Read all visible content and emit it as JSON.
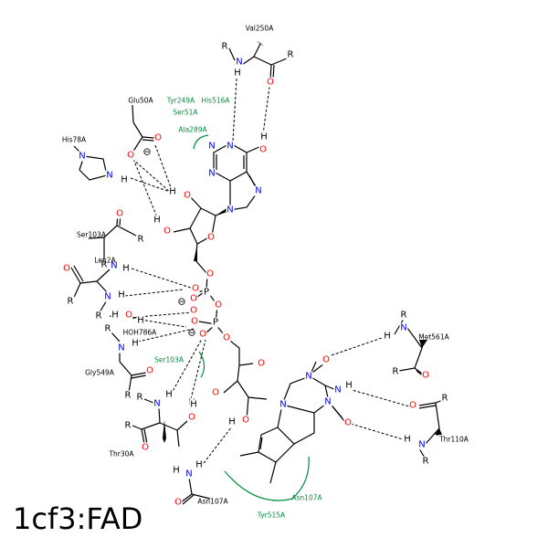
{
  "title": "1cf3:FAD",
  "colors": {
    "bond": "#000000",
    "nitrogen": "#0000ff",
    "oxygen": "#ff0000",
    "hbond": "#000000",
    "hydrophobic": "#008f3c"
  },
  "residues": [
    {
      "id": "val250a",
      "label": "Val250A",
      "kind": "polar"
    },
    {
      "id": "glu50a",
      "label": "Glu50A",
      "kind": "polar"
    },
    {
      "id": "his78a",
      "label": "His78A",
      "kind": "polar"
    },
    {
      "id": "ser103a",
      "label": "Ser103A",
      "kind": "polar"
    },
    {
      "id": "leu2a",
      "label": "Leu2A",
      "kind": "polar"
    },
    {
      "id": "hoh786a",
      "label": "HOH786A",
      "kind": "polar"
    },
    {
      "id": "gly549a",
      "label": "Gly549A",
      "kind": "polar"
    },
    {
      "id": "thr30a",
      "label": "Thr30A",
      "kind": "polar"
    },
    {
      "id": "asn107a",
      "label": "Asn107A",
      "kind": "polar"
    },
    {
      "id": "met561a",
      "label": "Met561A",
      "kind": "polar"
    },
    {
      "id": "thr110a",
      "label": "Thr110A",
      "kind": "polar"
    },
    {
      "id": "tyr249a",
      "label": "Tyr249A",
      "kind": "hydrophobic"
    },
    {
      "id": "his516a",
      "label": "His516A",
      "kind": "hydrophobic"
    },
    {
      "id": "ser51a",
      "label": "Ser51A",
      "kind": "hydrophobic"
    },
    {
      "id": "ala289a",
      "label": "Ala289A",
      "kind": "hydrophobic"
    },
    {
      "id": "ser103a-hyd",
      "label": "Ser103A",
      "kind": "hydrophobic"
    },
    {
      "id": "asn107a-hyd",
      "label": "Asn107A",
      "kind": "hydrophobic"
    },
    {
      "id": "tyr515a",
      "label": "Tyr515A",
      "kind": "hydrophobic"
    }
  ],
  "atoms": [
    {
      "id": "a1",
      "t": "N"
    },
    {
      "id": "a2",
      "t": "N"
    },
    {
      "id": "a3",
      "t": "N"
    },
    {
      "id": "a4",
      "t": "N"
    },
    {
      "id": "a5",
      "t": "N"
    },
    {
      "id": "a6",
      "t": "H"
    },
    {
      "id": "a7",
      "t": "O"
    },
    {
      "id": "a8",
      "t": "O"
    },
    {
      "id": "a9",
      "t": "O"
    },
    {
      "id": "a10",
      "t": "H"
    },
    {
      "id": "a11",
      "t": "O"
    },
    {
      "id": "a12",
      "t": "H"
    },
    {
      "id": "a13",
      "t": "O"
    },
    {
      "id": "a14",
      "t": "O"
    },
    {
      "id": "a15",
      "t": "O"
    },
    {
      "id": "a16",
      "t": "P"
    },
    {
      "id": "a17",
      "t": "O"
    },
    {
      "id": "a18",
      "t": "O"
    },
    {
      "id": "a19",
      "t": "O"
    },
    {
      "id": "a20",
      "t": "P"
    },
    {
      "id": "a21",
      "t": "O"
    },
    {
      "id": "a22",
      "t": "O"
    },
    {
      "id": "a23",
      "t": "O"
    },
    {
      "id": "a24",
      "t": "H"
    },
    {
      "id": "a25",
      "t": "O"
    },
    {
      "id": "a26",
      "t": "H"
    },
    {
      "id": "a27",
      "t": "O"
    },
    {
      "id": "a28",
      "t": "H"
    },
    {
      "id": "a29",
      "t": "O"
    },
    {
      "id": "a30",
      "t": "H"
    },
    {
      "id": "a31",
      "t": "N"
    },
    {
      "id": "a32",
      "t": "N"
    },
    {
      "id": "a33",
      "t": "O"
    },
    {
      "id": "a34",
      "t": "N"
    },
    {
      "id": "a35",
      "t": "H"
    },
    {
      "id": "a36",
      "t": "N"
    },
    {
      "id": "a37",
      "t": "O"
    },
    {
      "id": "v1",
      "t": "R"
    },
    {
      "id": "v2",
      "t": "N"
    },
    {
      "id": "v3",
      "t": "H"
    },
    {
      "id": "v4",
      "t": "R"
    },
    {
      "id": "v5",
      "t": "O"
    },
    {
      "id": "g1",
      "t": "O"
    },
    {
      "id": "g2",
      "t": "O"
    },
    {
      "id": "h1",
      "t": "N"
    },
    {
      "id": "h2",
      "t": "N"
    },
    {
      "id": "h3",
      "t": "H"
    },
    {
      "id": "s1",
      "t": "O"
    },
    {
      "id": "s2",
      "t": "R"
    },
    {
      "id": "s3",
      "t": "R"
    },
    {
      "id": "s4",
      "t": "N"
    },
    {
      "id": "s5",
      "t": "H"
    },
    {
      "id": "l1",
      "t": "O"
    },
    {
      "id": "l2",
      "t": "R"
    },
    {
      "id": "l3",
      "t": "N"
    },
    {
      "id": "l4",
      "t": "H"
    },
    {
      "id": "l5",
      "t": "R"
    },
    {
      "id": "w1",
      "t": "H"
    },
    {
      "id": "w2",
      "t": "O"
    },
    {
      "id": "w3",
      "t": "H"
    },
    {
      "id": "gl1",
      "t": "R"
    },
    {
      "id": "gl2",
      "t": "N"
    },
    {
      "id": "gl3",
      "t": "H"
    },
    {
      "id": "gl4",
      "t": "O"
    },
    {
      "id": "gl5",
      "t": "R"
    },
    {
      "id": "t1",
      "t": "R"
    },
    {
      "id": "t2",
      "t": "N"
    },
    {
      "id": "t3",
      "t": "H"
    },
    {
      "id": "t4",
      "t": "R"
    },
    {
      "id": "t5",
      "t": "O"
    },
    {
      "id": "t6",
      "t": "O"
    },
    {
      "id": "n1",
      "t": "N"
    },
    {
      "id": "n2",
      "t": "H"
    },
    {
      "id": "n3",
      "t": "H"
    },
    {
      "id": "n4",
      "t": "O"
    },
    {
      "id": "m1",
      "t": "R"
    },
    {
      "id": "m2",
      "t": "N"
    },
    {
      "id": "m3",
      "t": "H"
    },
    {
      "id": "m4",
      "t": "R"
    },
    {
      "id": "m5",
      "t": "O"
    },
    {
      "id": "th1",
      "t": "R"
    },
    {
      "id": "th2",
      "t": "O"
    },
    {
      "id": "th3",
      "t": "N"
    },
    {
      "id": "th4",
      "t": "H"
    },
    {
      "id": "th5",
      "t": "R"
    }
  ],
  "charges": [
    "⊖",
    "⊖",
    "⊖"
  ]
}
